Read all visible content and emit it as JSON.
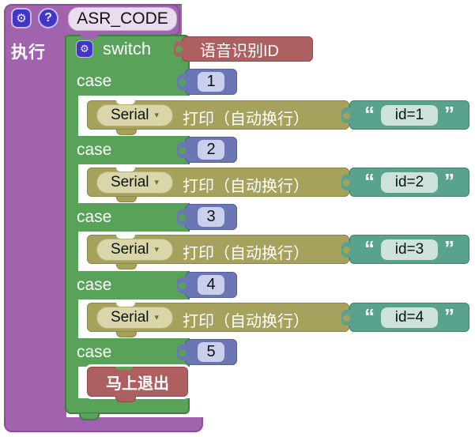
{
  "colors": {
    "function_block": "#a263ae",
    "switch_block": "#58a25a",
    "serial_block": "#a6a15c",
    "string_block": "#58a28e",
    "condition_block": "#ae5f5f",
    "command_block": "#ae5f5f",
    "case_value_block": "#6b76b5",
    "icon_badge": "#4136c9",
    "name_field_bg": "#e9dcef"
  },
  "ui": {
    "gear_glyph": "⚙",
    "help_glyph": "?",
    "dropdown_arrow": "▾",
    "open_quote": "“",
    "close_quote": "”"
  },
  "function_block": {
    "name": "ASR_CODE",
    "do_label": "执行"
  },
  "switch_block": {
    "keyword": "switch",
    "condition_label": "语音识别ID",
    "cases": [
      {
        "label": "case",
        "value": "1",
        "statement": {
          "kind": "serial_print",
          "port": "Serial",
          "action_label": "打印（自动换行）",
          "string_value": "id=1"
        }
      },
      {
        "label": "case",
        "value": "2",
        "statement": {
          "kind": "serial_print",
          "port": "Serial",
          "action_label": "打印（自动换行）",
          "string_value": "id=2"
        }
      },
      {
        "label": "case",
        "value": "3",
        "statement": {
          "kind": "serial_print",
          "port": "Serial",
          "action_label": "打印（自动换行）",
          "string_value": "id=3"
        }
      },
      {
        "label": "case",
        "value": "4",
        "statement": {
          "kind": "serial_print",
          "port": "Serial",
          "action_label": "打印（自动换行）",
          "string_value": "id=4"
        }
      },
      {
        "label": "case",
        "value": "5",
        "statement": {
          "kind": "command",
          "label": "马上退出"
        }
      }
    ]
  }
}
